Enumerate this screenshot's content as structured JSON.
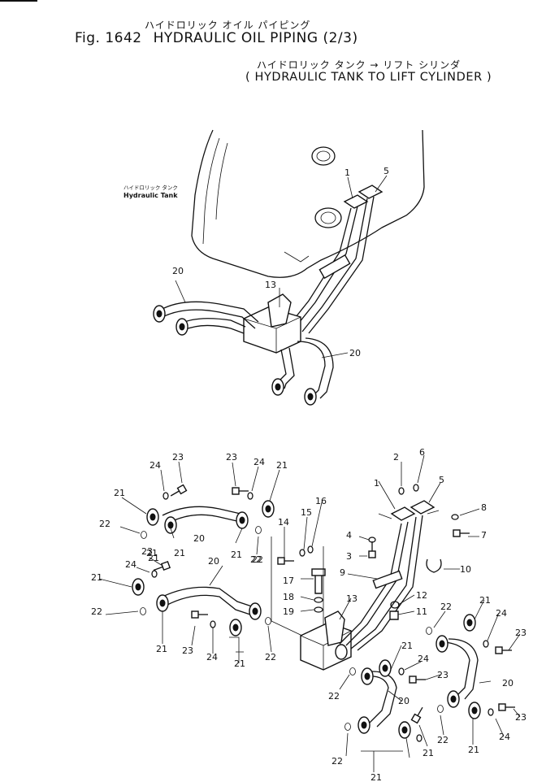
{
  "header": {
    "japanese_title": "ハイドロリック オイル パイピング",
    "figure_number": "Fig. 1642",
    "title": "HYDRAULIC OIL PIPING (2/3)",
    "japanese_subtitle": "ハイドロリック タンク → リフト シリンダ",
    "subtitle": "( HYDRAULIC TANK TO LIFT CYLINDER )"
  },
  "upper_view": {
    "tank_label_jp": "ハイドロリック タンク",
    "tank_label_en": "Hydraulic Tank",
    "callouts": [
      "1",
      "5",
      "20",
      "13",
      "20"
    ]
  },
  "exploded_view": {
    "callouts": [
      "23",
      "24",
      "21",
      "22",
      "20",
      "21",
      "23",
      "21",
      "24",
      "21",
      "23",
      "24",
      "21",
      "22",
      "20",
      "21",
      "21",
      "22",
      "22",
      "21",
      "23",
      "24",
      "21",
      "22",
      "14",
      "15",
      "16",
      "17",
      "18",
      "19",
      "1",
      "2",
      "6",
      "5",
      "8",
      "4",
      "7",
      "3",
      "9",
      "10",
      "12",
      "11",
      "13",
      "22",
      "21",
      "24",
      "23",
      "21",
      "20",
      "22",
      "20",
      "23",
      "24",
      "22",
      "21",
      "23",
      "24",
      "21",
      "22",
      "21"
    ]
  },
  "colors": {
    "ink": "#111111",
    "paper": "#ffffff"
  }
}
